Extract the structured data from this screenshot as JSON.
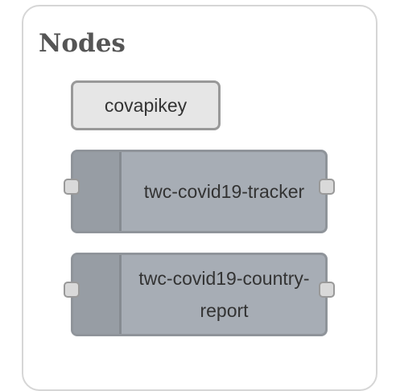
{
  "panel": {
    "title": "Nodes"
  },
  "nodes": {
    "config": {
      "label": "covapikey"
    },
    "tracker": {
      "label": "twc-covid19-tracker"
    },
    "country_report": {
      "label": "twc-covid19-country-report"
    }
  },
  "colors": {
    "config_fill": "#e6e6e6",
    "flow_node_fill": "#a7adb5",
    "border": "#999999"
  }
}
